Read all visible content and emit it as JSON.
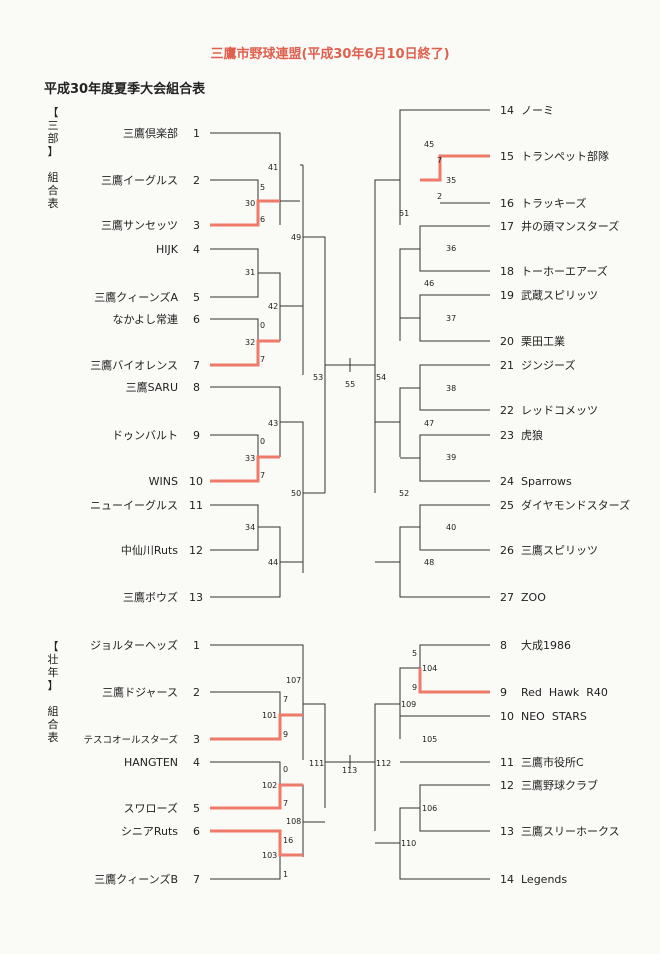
{
  "title": "三鷹市野球連盟(平成30年6月10日終了)",
  "subtitle": "平成30年度夏季大会組合表",
  "division1": {
    "label_chars": [
      "【",
      "三",
      "部",
      "】",
      "",
      "組",
      "合",
      "表"
    ],
    "left_teams": [
      {
        "num": "1",
        "name": "三鷹倶楽部"
      },
      {
        "num": "2",
        "name": "三鷹イーグルス"
      },
      {
        "num": "3",
        "name": "三鷹サンセッツ"
      },
      {
        "num": "4",
        "name": "HIJK"
      },
      {
        "num": "5",
        "name": "三鷹クィーンズA"
      },
      {
        "num": "6",
        "name": "なかよし常連"
      },
      {
        "num": "7",
        "name": "三鷹バイオレンス"
      },
      {
        "num": "8",
        "name": "三鷹SARU"
      },
      {
        "num": "9",
        "name": "ドゥンバルト"
      },
      {
        "num": "10",
        "name": "WINS"
      },
      {
        "num": "11",
        "name": "ニューイーグルス"
      },
      {
        "num": "12",
        "name": "中仙川Ruts"
      },
      {
        "num": "13",
        "name": "三鷹ボウズ"
      }
    ],
    "right_teams": [
      {
        "num": "14",
        "name": "ノーミ"
      },
      {
        "num": "15",
        "name": "トランペット部隊"
      },
      {
        "num": "16",
        "name": "トラッキーズ"
      },
      {
        "num": "17",
        "name": "井の頭マンスターズ"
      },
      {
        "num": "18",
        "name": "トーホーエアーズ"
      },
      {
        "num": "19",
        "name": "武蔵スピリッツ"
      },
      {
        "num": "20",
        "name": "栗田工業"
      },
      {
        "num": "21",
        "name": "ジンジーズ"
      },
      {
        "num": "22",
        "name": "レッドコメッツ"
      },
      {
        "num": "23",
        "name": "虎狼"
      },
      {
        "num": "24",
        "name": "Sparrows"
      },
      {
        "num": "25",
        "name": "ダイヤモンドスターズ"
      },
      {
        "num": "26",
        "name": "三鷹スピリッツ"
      },
      {
        "num": "27",
        "name": "ZOO"
      }
    ],
    "matches": [
      "30",
      "31",
      "32",
      "33",
      "34",
      "35",
      "36",
      "37",
      "38",
      "39",
      "40",
      "41",
      "42",
      "43",
      "44",
      "45",
      "46",
      "47",
      "48",
      "49",
      "50",
      "51",
      "52",
      "53",
      "54",
      "55"
    ],
    "scores": [
      "5",
      "6",
      "0",
      "7",
      "0",
      "7",
      "7",
      "2"
    ]
  },
  "division2": {
    "label_chars": [
      "【",
      "壮",
      "年",
      "】",
      "",
      "組",
      "合",
      "表"
    ],
    "left_teams": [
      {
        "num": "1",
        "name": "ジョルターヘッズ"
      },
      {
        "num": "2",
        "name": "三鷹ドジャース"
      },
      {
        "num": "3",
        "name": "テスコオールスターズ"
      },
      {
        "num": "4",
        "name": "HANGTEN"
      },
      {
        "num": "5",
        "name": "スワローズ"
      },
      {
        "num": "6",
        "name": "シニアRuts"
      },
      {
        "num": "7",
        "name": "三鷹クィーンズB"
      }
    ],
    "right_teams": [
      {
        "num": "8",
        "name": "大成1986"
      },
      {
        "num": "9",
        "name": "Red  Hawk  R40"
      },
      {
        "num": "10",
        "name": "NEO  STARS"
      },
      {
        "num": "11",
        "name": "三鷹市役所C"
      },
      {
        "num": "12",
        "name": "三鷹野球クラブ"
      },
      {
        "num": "13",
        "name": "三鷹スリーホークス"
      },
      {
        "num": "14",
        "name": "Legends"
      }
    ],
    "matches": [
      "101",
      "102",
      "103",
      "104",
      "105",
      "106",
      "107",
      "108",
      "109",
      "110",
      "111",
      "112",
      "113"
    ],
    "scores": [
      "7",
      "9",
      "0",
      "7",
      "16",
      "1",
      "5",
      "9"
    ]
  },
  "colors": {
    "title": "#e0604f",
    "winner_line": "#ee7a6a",
    "line": "#333333"
  }
}
